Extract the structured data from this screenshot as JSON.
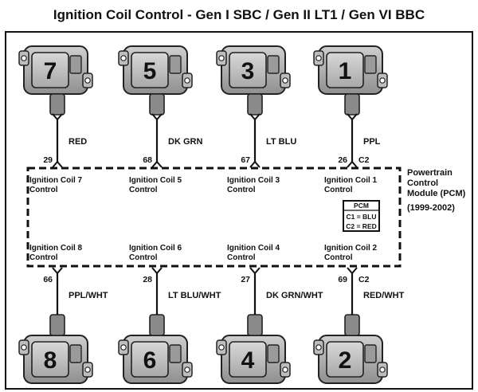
{
  "title": "Ignition Coil Control - Gen I SBC / Gen II LT1 / Gen VI BBC",
  "pcm": {
    "label": [
      "Powertrain",
      "Control",
      "Module (PCM)"
    ],
    "years": "(1999-2002)",
    "legend": {
      "title": "PCM",
      "c1": "C1 = BLU",
      "c2": "C2 = RED"
    }
  },
  "top_coils": [
    {
      "number": "7",
      "wire": "RED",
      "pin": "29",
      "connector": "",
      "pcm_label": [
        "Ignition Coil 7",
        "Control"
      ]
    },
    {
      "number": "5",
      "wire": "DK GRN",
      "pin": "68",
      "connector": "",
      "pcm_label": [
        "Ignition Coil 5",
        "Control"
      ]
    },
    {
      "number": "3",
      "wire": "LT BLU",
      "pin": "67",
      "connector": "",
      "pcm_label": [
        "Ignition Coil 3",
        "Control"
      ]
    },
    {
      "number": "1",
      "wire": "PPL",
      "pin": "26",
      "connector": "C2",
      "pcm_label": [
        "Ignition Coil 1",
        "Control"
      ]
    }
  ],
  "bottom_coils": [
    {
      "number": "8",
      "wire": "PPL/WHT",
      "pin": "66",
      "connector": "",
      "pcm_label": [
        "Ignition Coil 8",
        "Control"
      ]
    },
    {
      "number": "6",
      "wire": "LT BLU/WHT",
      "pin": "28",
      "connector": "",
      "pcm_label": [
        "Ignition Coil 6",
        "Control"
      ]
    },
    {
      "number": "4",
      "wire": "DK GRN/WHT",
      "pin": "27",
      "connector": "",
      "pcm_label": [
        "Ignition Coil 4",
        "Control"
      ]
    },
    {
      "number": "2",
      "wire": "RED/WHT",
      "pin": "69",
      "connector": "C2",
      "pcm_label": [
        "Ignition Coil 2",
        "Control"
      ]
    }
  ]
}
